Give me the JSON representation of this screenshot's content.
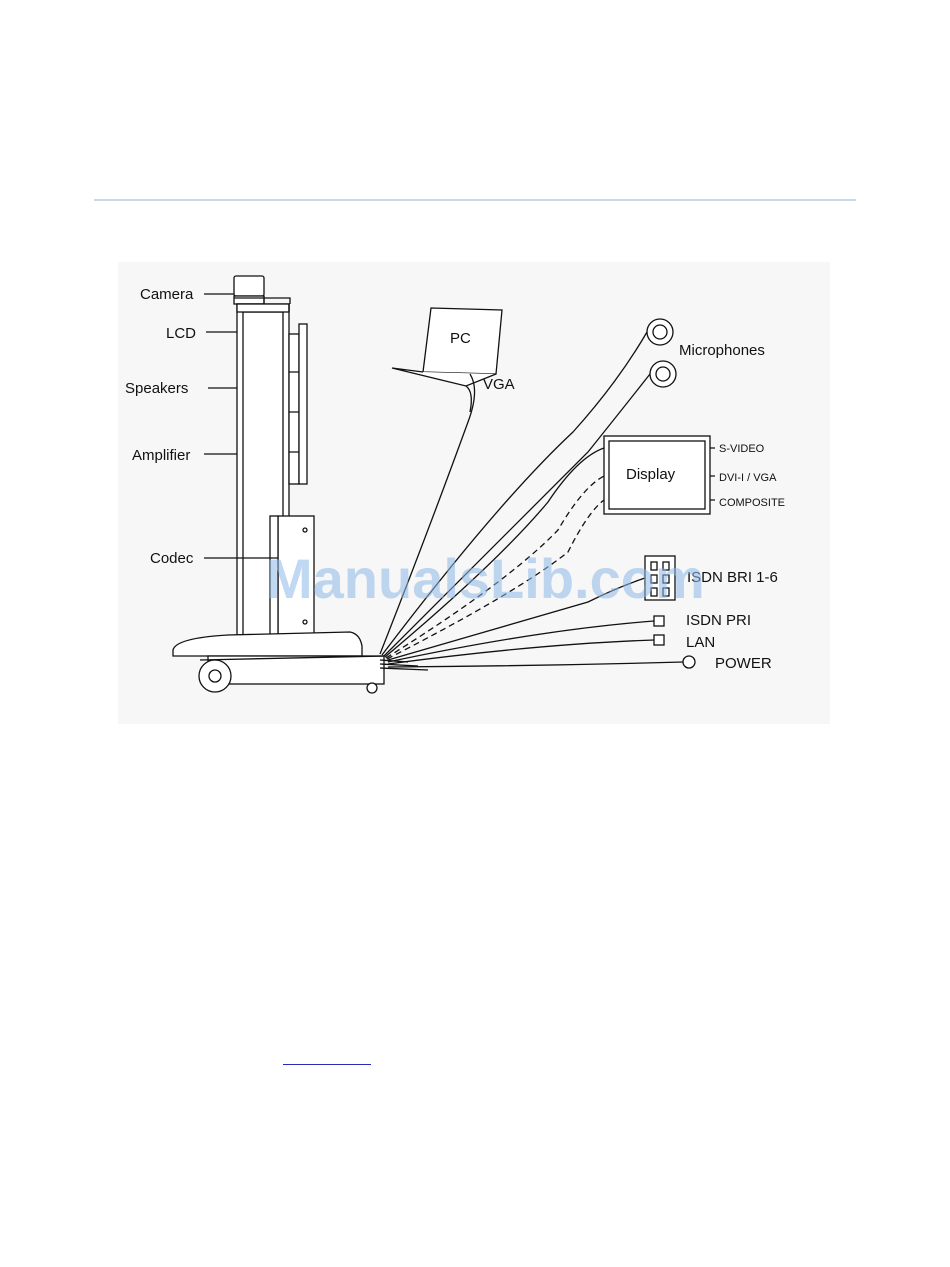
{
  "labels": {
    "camera": "Camera",
    "lcd": "LCD",
    "speakers": "Speakers",
    "amplifier": "Amplifier",
    "codec": "Codec",
    "pc": "PC",
    "vga": "VGA",
    "microphones": "Microphones",
    "display": "Display",
    "svideo": "S-VIDEO",
    "dvi_vga": "DVI-I / VGA",
    "composite": "COMPOSITE",
    "isdn_bri": "ISDN BRI 1-6",
    "isdn_pri": "ISDN PRI",
    "lan": "LAN",
    "power": "POWER"
  },
  "watermark": "ManualsLib.com",
  "colors": {
    "rule": "#c9d9ea",
    "watermark": "#8cb8e8",
    "link": "#2a2ab8"
  }
}
